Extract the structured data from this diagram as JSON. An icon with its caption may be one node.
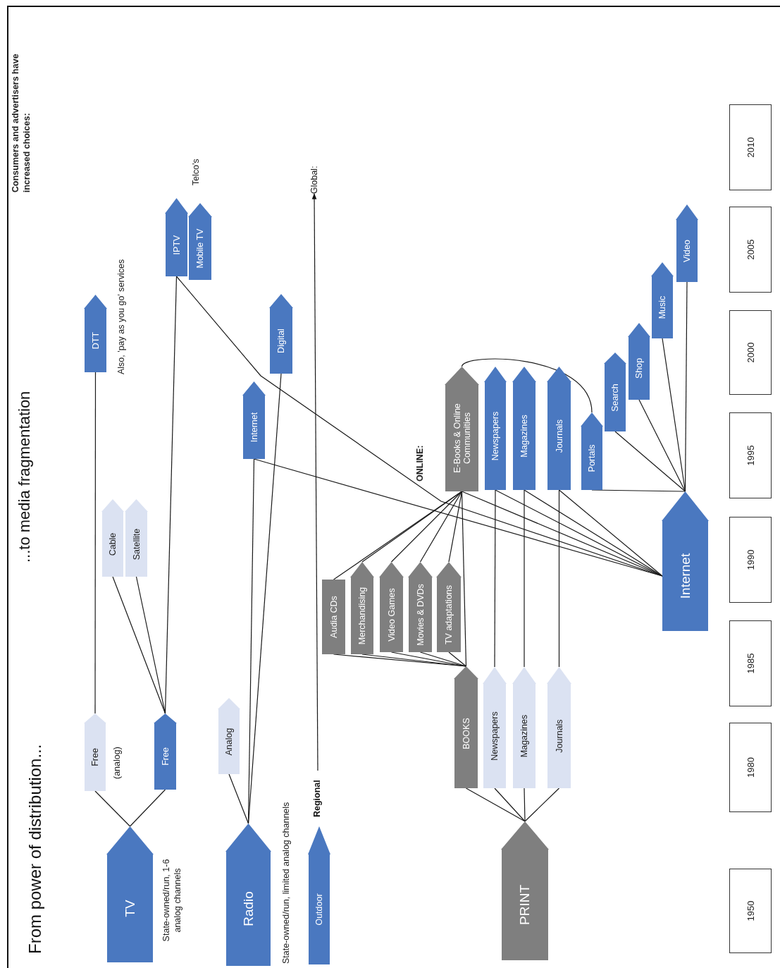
{
  "diagram": {
    "title": "From power of distribution...",
    "nodes": [
      {
        "text": [
          "TV"
        ],
        "beside": [
          "State-owned/run, 1-6 analog channels"
        ]
      },
      {
        "text": [
          "Radio"
        ],
        "beside": [
          "State-owned/run, limited analog channels"
        ]
      },
      {
        "text": [
          "Outdoor"
        ]
      },
      {
        "text": [
          "PRINT"
        ]
      },
      {
        "text": [
          "Free"
        ],
        "beside": [
          "(analog)"
        ]
      },
      {
        "text": [
          "Free"
        ]
      },
      {
        "text": [
          "Analog"
        ]
      },
      {
        "text": [
          "Regional"
        ]
      },
      {
        "text": [
          "BOOKS"
        ]
      },
      {
        "text": [
          "Newspapers"
        ]
      },
      {
        "text": [
          "Magazines"
        ]
      },
      {
        "text": [
          "Journals"
        ]
      },
      {
        "text": [
          "Audia CDs"
        ]
      },
      {
        "text": [
          "Merchandising"
        ]
      },
      {
        "text": [
          "Video Games"
        ]
      },
      {
        "text": [
          "Movies & DVDs"
        ]
      },
      {
        "text": [
          "TV adaptations"
        ]
      },
      {
        "text": [
          "Internet"
        ]
      },
      {
        "text": [
          "Cable"
        ]
      },
      {
        "text": [
          "Satellite"
        ]
      },
      {
        "text": [
          "E-Books & Online Communities"
        ]
      },
      {
        "text": [
          "Newspapers"
        ]
      },
      {
        "text": [
          "Magazines"
        ]
      },
      {
        "text": [
          "Journals"
        ]
      },
      {
        "text": [
          "Portals"
        ]
      },
      {
        "text": [
          "Internet"
        ]
      },
      {
        "text": [
          "Search"
        ]
      },
      {
        "text": [
          "Shop"
        ]
      },
      {
        "text": [
          "DTT"
        ]
      },
      {
        "text": [
          "Digital"
        ]
      },
      {
        "text": [
          "Music"
        ]
      },
      {
        "text": [
          "IPTV"
        ]
      },
      {
        "text": [
          "Mobile TV"
        ]
      },
      {
        "text": [
          "Video"
        ]
      },
      {
        "text": [
          "Global:"
        ]
      },
      {
        "text": [
          "1950"
        ]
      },
      {
        "text": [
          "1980"
        ]
      },
      {
        "text": [
          "1985"
        ]
      },
      {
        "text": [
          "1990"
        ]
      },
      {
        "text": [
          "1995"
        ]
      },
      {
        "text": [
          "2000"
        ]
      },
      {
        "text": [
          "2005"
        ]
      },
      {
        "text": [
          "2010"
        ]
      }
    ],
    "edges": [
      {
        "from": 0,
        "to": 4,
        "arrow": "none"
      },
      {
        "from": 0,
        "to": 5,
        "arrow": "none"
      },
      {
        "from": 4,
        "to": 28,
        "arrow": "none"
      },
      {
        "from": 5,
        "to": 18,
        "arrow": "none"
      },
      {
        "from": 5,
        "to": 19,
        "arrow": "none"
      },
      {
        "from": 5,
        "to": 31,
        "arrow": "none"
      },
      {
        "from": 1,
        "to": 6,
        "arrow": "none"
      },
      {
        "from": 1,
        "to": 25,
        "arrow": "none"
      },
      {
        "from": 1,
        "to": 29,
        "arrow": "none"
      },
      {
        "from": 7,
        "to": 34,
        "arrow": "to"
      },
      {
        "from": 3,
        "to": 8,
        "arrow": "none"
      },
      {
        "from": 3,
        "to": 9,
        "arrow": "none"
      },
      {
        "from": 3,
        "to": 10,
        "arrow": "none"
      },
      {
        "from": 3,
        "to": 11,
        "arrow": "none"
      },
      {
        "from": 8,
        "to": 12,
        "arrow": "none"
      },
      {
        "from": 8,
        "to": 13,
        "arrow": "none"
      },
      {
        "from": 8,
        "to": 14,
        "arrow": "none"
      },
      {
        "from": 8,
        "to": 15,
        "arrow": "none"
      },
      {
        "from": 8,
        "to": 16,
        "arrow": "none"
      },
      {
        "from": 8,
        "to": 20,
        "arrow": "none"
      },
      {
        "from": 20,
        "to": 12,
        "arrow": "none"
      },
      {
        "from": 20,
        "to": 13,
        "arrow": "none"
      },
      {
        "from": 20,
        "to": 14,
        "arrow": "none"
      },
      {
        "from": 20,
        "to": 15,
        "arrow": "none"
      },
      {
        "from": 20,
        "to": 16,
        "arrow": "none"
      },
      {
        "from": 9,
        "to": 21,
        "arrow": "none"
      },
      {
        "from": 10,
        "to": 22,
        "arrow": "none"
      },
      {
        "from": 11,
        "to": 23,
        "arrow": "none"
      },
      {
        "from": 17,
        "to": 20,
        "arrow": "none"
      },
      {
        "from": 17,
        "to": 21,
        "arrow": "none"
      },
      {
        "from": 17,
        "to": 22,
        "arrow": "none"
      },
      {
        "from": 17,
        "to": 23,
        "arrow": "none"
      },
      {
        "from": 17,
        "to": 25,
        "arrow": "none"
      },
      {
        "from": 17,
        "to": 31,
        "arrow": "none"
      },
      {
        "from": 17,
        "to": 24,
        "arrow": "none"
      },
      {
        "from": 17,
        "to": 26,
        "arrow": "none"
      },
      {
        "from": 17,
        "to": 27,
        "arrow": "none"
      },
      {
        "from": 17,
        "to": 30,
        "arrow": "none"
      },
      {
        "from": 17,
        "to": 33,
        "arrow": "none"
      },
      {
        "from": 20,
        "to": 24,
        "arrow": "none"
      }
    ],
    "labels": [
      "...to media fragmentation",
      "Consumers and advertisers have increased choices:",
      "Telco's",
      "Also, 'pay as you go' services",
      "ONLINE:"
    ]
  }
}
